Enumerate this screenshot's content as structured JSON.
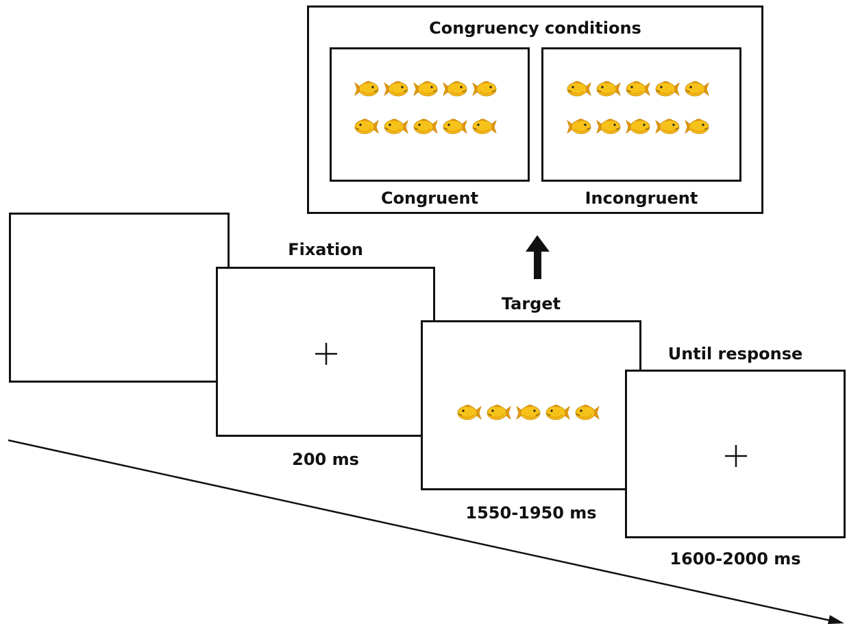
{
  "conditions": {
    "title": "Congruency conditions",
    "congruent_label": "Congruent",
    "incongruent_label": "Incongruent"
  },
  "trial": {
    "fixation_label": "Fixation",
    "fixation_duration": "200 ms",
    "target_label": "Target",
    "target_duration": "1550-1950 ms",
    "response_label": "Until response",
    "response_duration": "1600-2000 ms"
  },
  "fish_directions": {
    "congruent_top": [
      "right",
      "right",
      "right",
      "right",
      "right"
    ],
    "congruent_bottom": [
      "left",
      "left",
      "left",
      "left",
      "left"
    ],
    "incongruent_top": [
      "left",
      "left",
      "left",
      "left",
      "left"
    ],
    "incongruent_bottom": [
      "right",
      "right",
      "right",
      "right",
      "right"
    ],
    "target_row": [
      "left",
      "left",
      "right",
      "left",
      "left"
    ]
  },
  "icons": {
    "stimulus": "goldfish-icon",
    "fixation": "plus-icon",
    "direction_up": "up-arrow-icon",
    "timeline": "timeline-arrow-icon"
  },
  "colors": {
    "fish_body": "#F6C21A",
    "fish_shade": "#E39A0C",
    "fish_outline": "#C8860A",
    "line": "#111111",
    "background": "#FFFFFF"
  }
}
